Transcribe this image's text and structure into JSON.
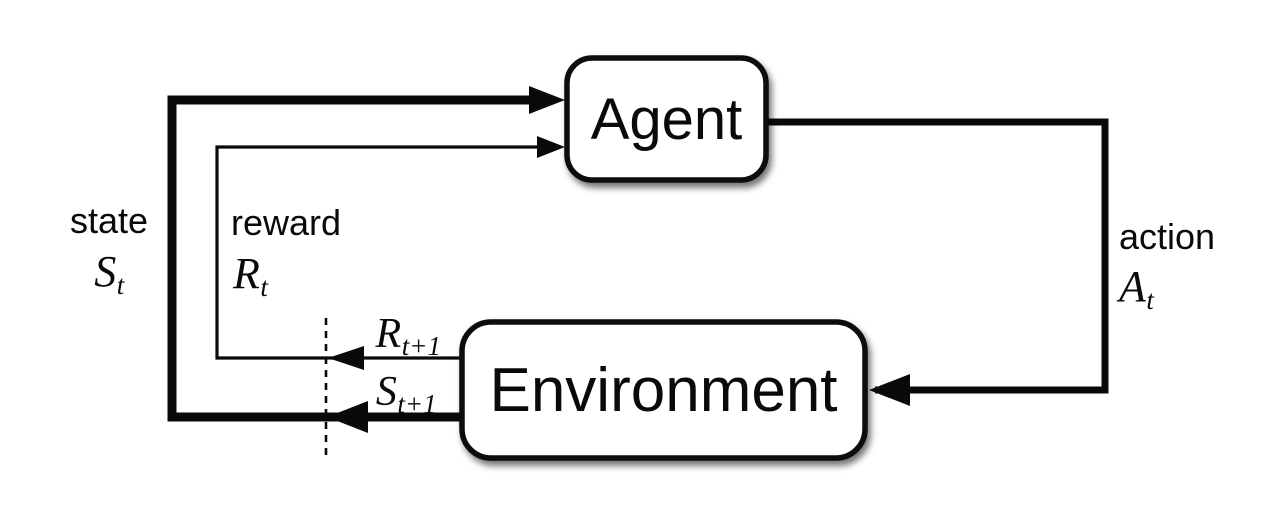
{
  "nodes": {
    "agent": {
      "label": "Agent"
    },
    "environment": {
      "label": "Environment"
    }
  },
  "edges": {
    "state": {
      "word": "state",
      "symbol": "S",
      "subscript": "t"
    },
    "reward": {
      "word": "reward",
      "symbol": "R",
      "subscript": "t"
    },
    "action": {
      "word": "action",
      "symbol": "A",
      "subscript": "t"
    },
    "next_reward": {
      "symbol": "R",
      "subscript": "t+1"
    },
    "next_state": {
      "symbol": "S",
      "subscript": "t+1"
    }
  },
  "colors": {
    "ink": "#0a0a0a",
    "background": "#ffffff"
  }
}
